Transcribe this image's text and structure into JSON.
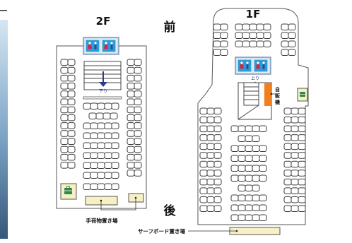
{
  "labels": {
    "floor2": "2F",
    "floor1": "1F",
    "front": "前",
    "rear": "後",
    "down": "下り",
    "up": "上り",
    "vending": "自販機",
    "luggage": "手荷物置き場",
    "surfboard": "サーフボード置き場"
  },
  "colors": {
    "outline": "#3c3c3c",
    "seat_fill": "#ffffff",
    "toilet_bg": "#2f9bd6",
    "toilet_frame": "#9fbfe0",
    "toilet_woman": "#d6263b",
    "toilet_man": "#1f4fa3",
    "arrow": "#2a3a8c",
    "vending": "#f07f1e",
    "luggage_fill": "#f7f0c4",
    "luggage_icon": "#2f8a4a",
    "photo_top": "#d5e6f2",
    "photo_mid": "#7aa2c4",
    "photo_bottom": "#35577a"
  },
  "icons": {
    "toilet": "restroom-icon",
    "luggage": "suitcase-icon",
    "stairs": "stairs-icon"
  }
}
